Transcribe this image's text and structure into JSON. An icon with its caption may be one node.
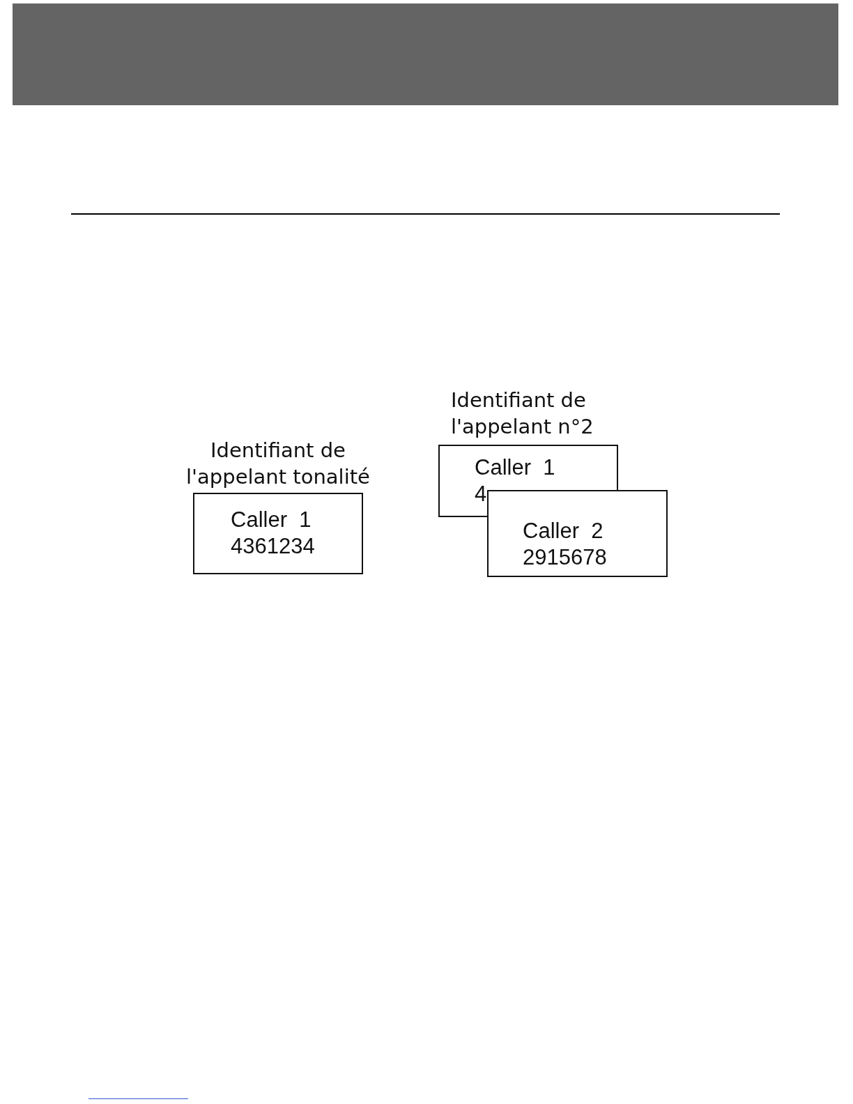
{
  "diagram": {
    "nodes": [
      {
        "text": [
          "Identifiant de l'appelant tonalité",
          "Caller  1",
          "4361234"
        ]
      },
      {
        "text": [
          "Identifiant de l'appelant n°2",
          "Caller  1",
          "4"
        ]
      },
      {
        "text": [
          "Caller  2",
          "2915678"
        ]
      }
    ]
  }
}
